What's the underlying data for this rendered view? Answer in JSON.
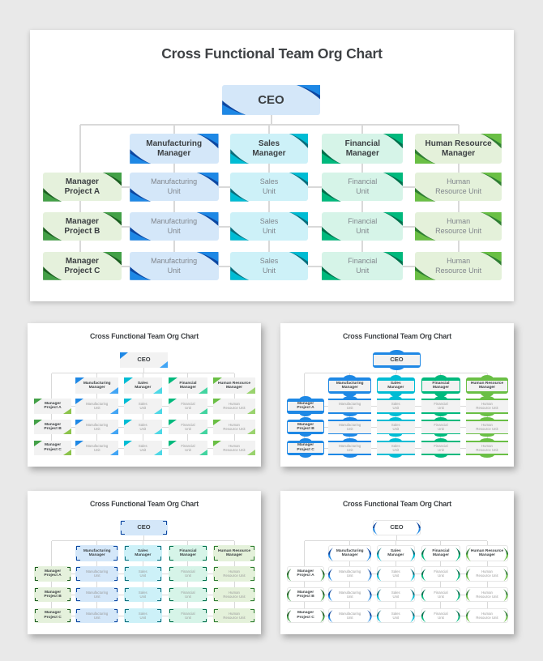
{
  "page": {
    "background": "#e9e9e9"
  },
  "org": {
    "title": "Cross Functional Team Org Chart",
    "ceo": "CEO",
    "columns": [
      {
        "id": "manufacturing",
        "scheme": "blue",
        "manager_lines": [
          "Manufacturing",
          "Manager"
        ],
        "unit_lines": [
          "Manufacturing",
          "Unit"
        ]
      },
      {
        "id": "sales",
        "scheme": "cyan",
        "manager_lines": [
          "Sales",
          "Manager"
        ],
        "unit_lines": [
          "Sales",
          "Unit"
        ]
      },
      {
        "id": "financial",
        "scheme": "emerald",
        "manager_lines": [
          "Financial",
          "Manager"
        ],
        "unit_lines": [
          "Financial",
          "Unit"
        ]
      },
      {
        "id": "human-resource",
        "scheme": "green",
        "manager_lines": [
          "Human Resource",
          "Manager"
        ],
        "unit_lines": [
          "Human",
          "Resource Unit"
        ]
      }
    ],
    "rows": [
      {
        "id": "project-a",
        "lines": [
          "Manager",
          "Project A"
        ]
      },
      {
        "id": "project-b",
        "lines": [
          "Manager",
          "Project B"
        ]
      },
      {
        "id": "project-c",
        "lines": [
          "Manager",
          "Project C"
        ]
      }
    ]
  },
  "schemes": {
    "blue": {
      "accent": "#1e88e5",
      "light": "#42a5f5",
      "dark": "#0d47a1",
      "fill": "#d4e7f9"
    },
    "cyan": {
      "accent": "#00bcd4",
      "light": "#4dd8e6",
      "dark": "#0a6e7c",
      "fill": "#cdf1f8"
    },
    "emerald": {
      "accent": "#00b97d",
      "light": "#42d4a0",
      "dark": "#00704c",
      "fill": "#d6f4e8"
    },
    "green": {
      "accent": "#6abf45",
      "light": "#9ad36e",
      "dark": "#2e7d32",
      "fill": "#e4f1da"
    },
    "sage": {
      "accent": "#43a047",
      "light": "#8bc34a",
      "dark": "#1b5e20",
      "fill": "#e5f1dc"
    }
  },
  "grays": {
    "box_fill": "#f2f2f2",
    "line": "#d9d9d9",
    "unit_text_main": "#80858c",
    "unit_text_thumb": "#9a9a9a"
  },
  "slides": [
    {
      "id": "main",
      "variant": "swoosh"
    },
    {
      "id": "thumb-1",
      "variant": "triangle"
    },
    {
      "id": "thumb-2",
      "variant": "ribbon"
    },
    {
      "id": "thumb-3",
      "variant": "corner-brackets"
    },
    {
      "id": "thumb-4",
      "variant": "wings"
    }
  ]
}
